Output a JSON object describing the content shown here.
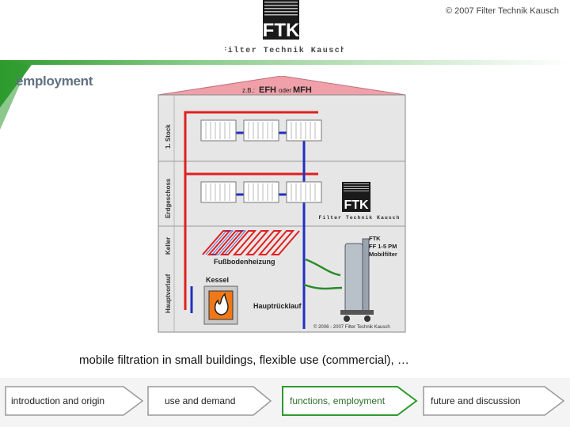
{
  "copyright": "© 2007 Filter Technik Kausch",
  "logo": {
    "letters": "FTK",
    "wordmark": "Filter Technik Kausch"
  },
  "heading": "employment",
  "diagram": {
    "roof_prefix": "z.B.:",
    "roof_text_a": "EFH",
    "roof_text_oder": "oder",
    "roof_text_b": "MFH",
    "floor_labels": [
      "1. Stock",
      "Erdgeschoss",
      "Keller",
      "Hauptvorlauf"
    ],
    "underfloor_label": "Fußbodenheizung",
    "boiler_label": "Kessel",
    "return_label": "Hauptrücklauf",
    "filter_label_1": "FTK",
    "filter_label_2": "FF 1-5 PM",
    "filter_label_3": "Mobilfilter",
    "inner_wordmark": "Filter Technik Kausch",
    "inner_copyright": "© 2006 - 2007 Filter Technik Kausch"
  },
  "caption": "mobile filtration in small buildings, flexible use (commercial), …",
  "nav": [
    {
      "label": "introduction and origin",
      "active": false
    },
    {
      "label": "use and demand",
      "active": false
    },
    {
      "label": "functions, employment",
      "active": true
    },
    {
      "label": "future and discussion",
      "active": false
    }
  ],
  "colors": {
    "accent_green": "#2e9a2e",
    "pipe_red": "#e02020",
    "pipe_blue": "#2030c0",
    "roof_pink": "#f0a0a8",
    "heading_gray": "#607080"
  }
}
